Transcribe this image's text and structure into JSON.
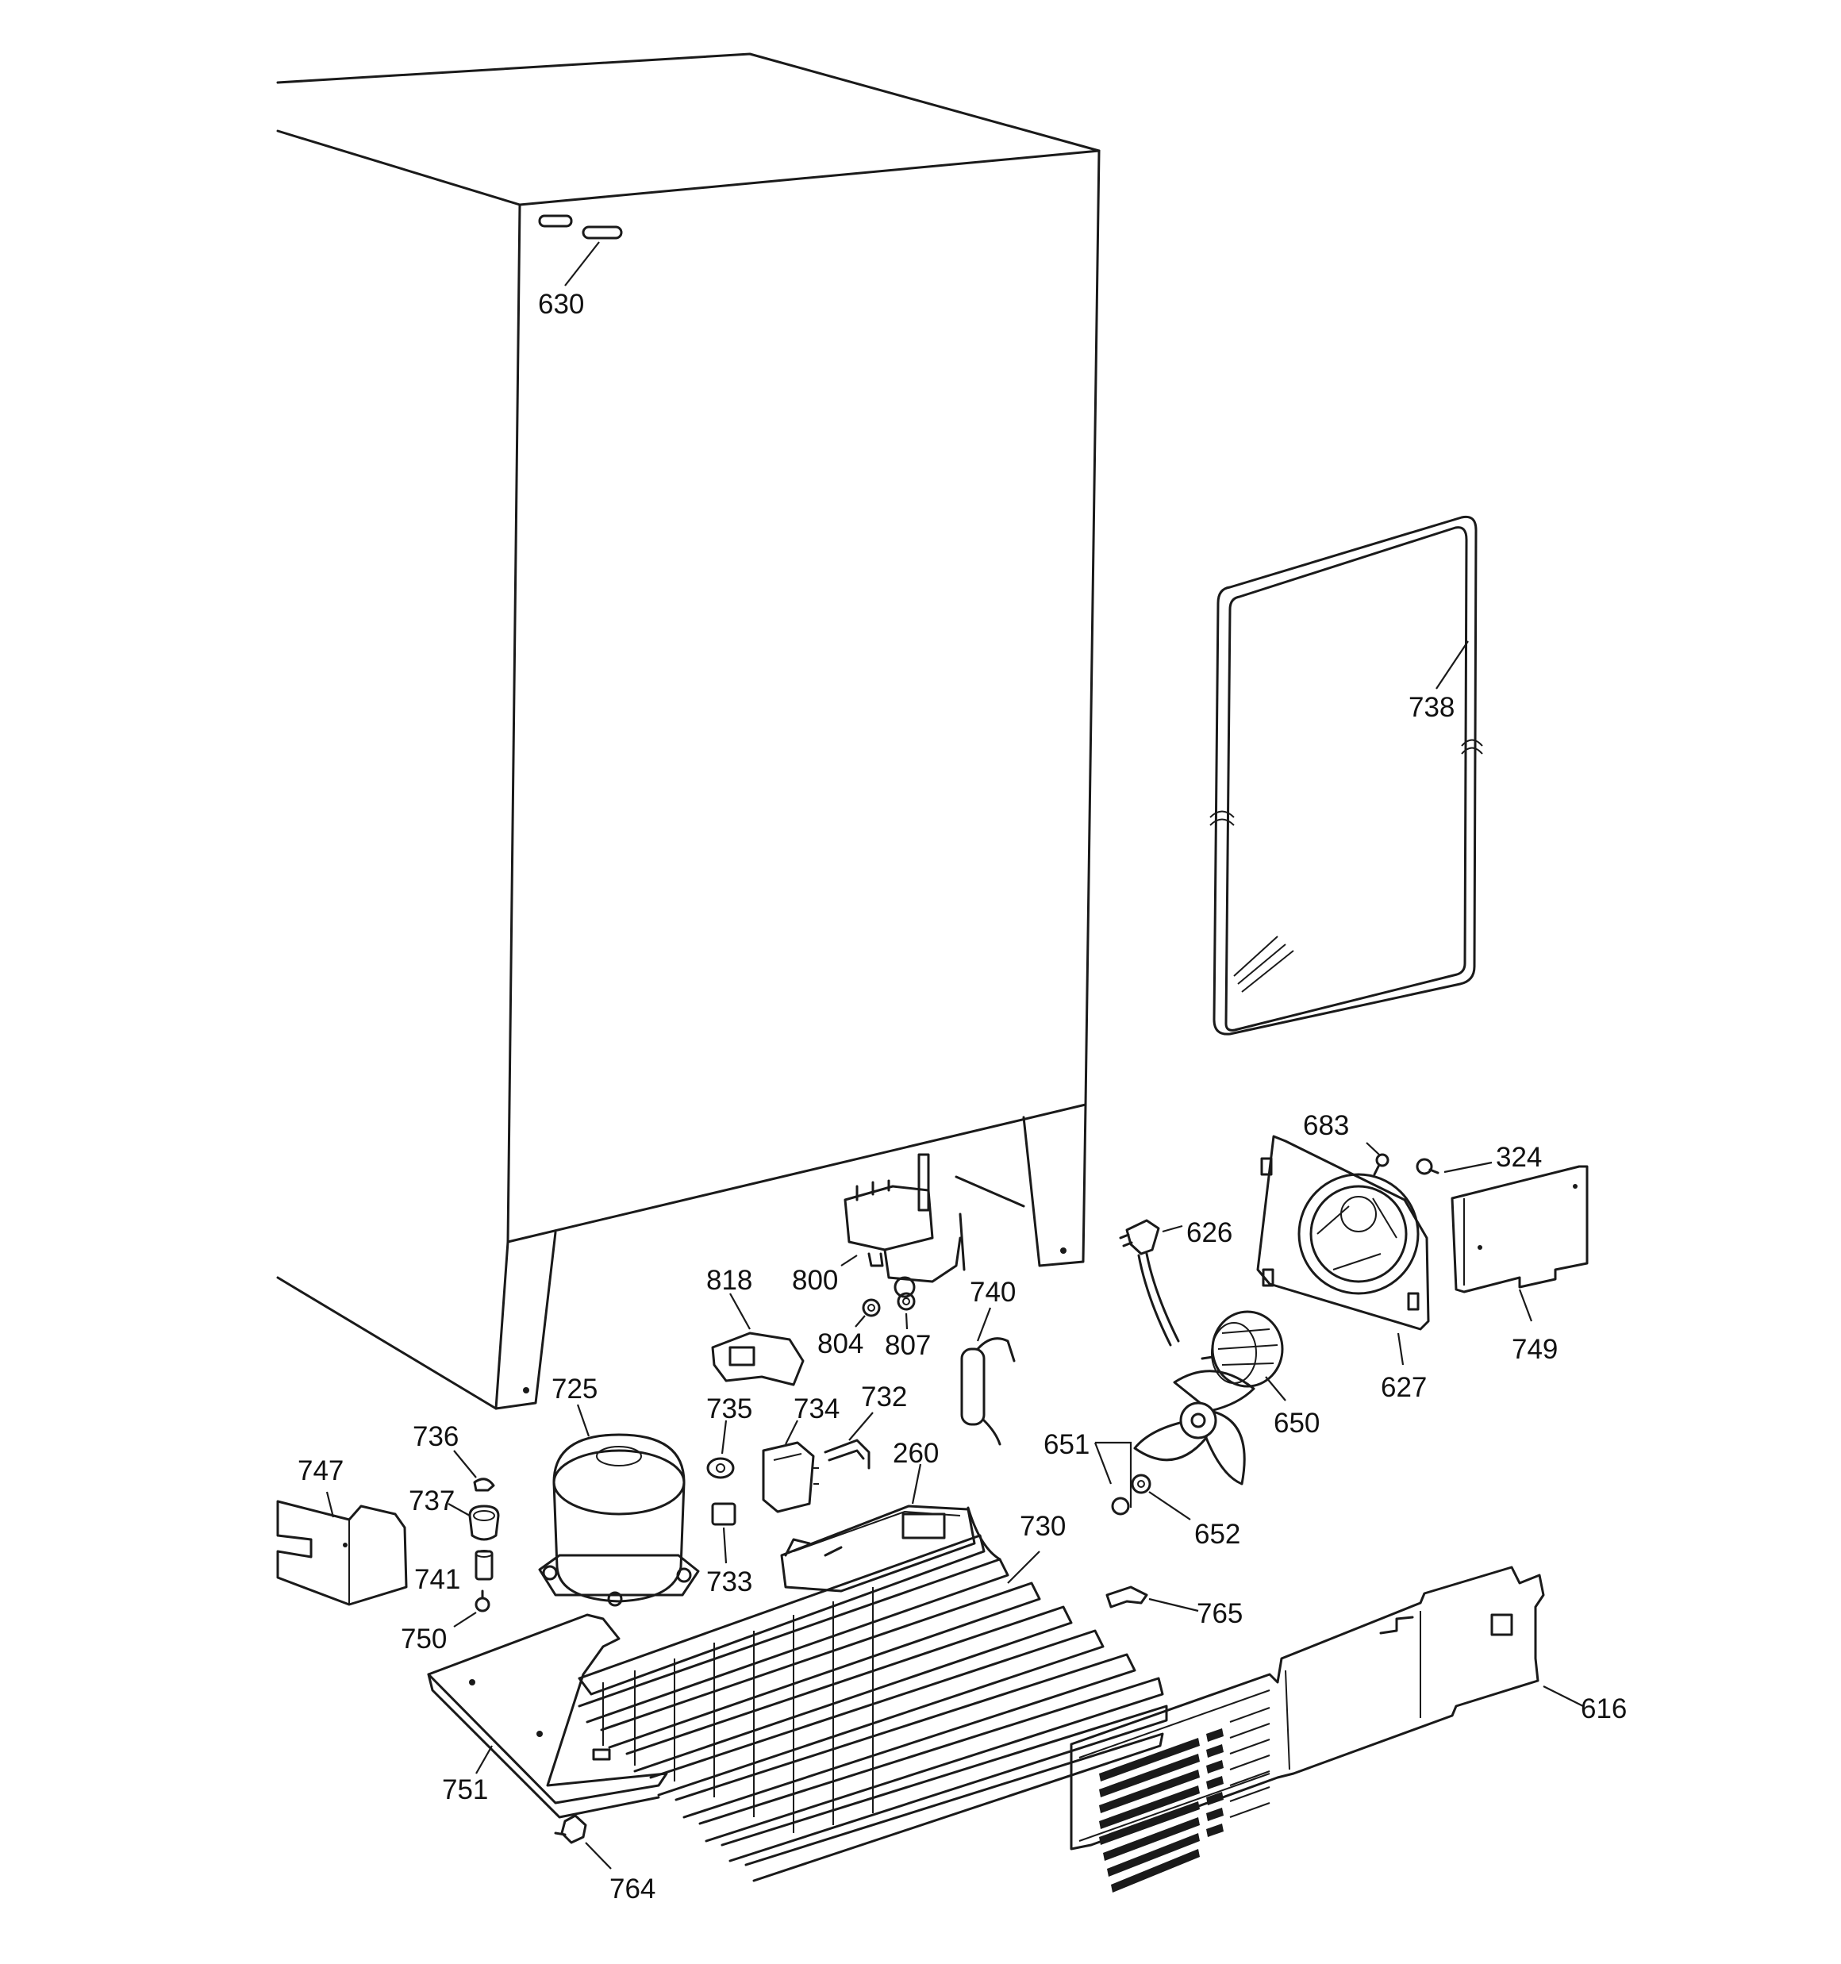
{
  "colors": {
    "line": "#1a1a1a",
    "text": "#111111",
    "background": "#ffffff"
  },
  "callouts": {
    "c630": "630",
    "c738": "738",
    "c683": "683",
    "c324": "324",
    "c626": "626",
    "c818": "818",
    "c800": "800",
    "c740": "740",
    "c804": "804",
    "c807": "807",
    "c749": "749",
    "c627": "627",
    "c650": "650",
    "c725": "725",
    "c735": "735",
    "c734": "734",
    "c732": "732",
    "c736": "736",
    "c747": "747",
    "c737": "737",
    "c260": "260",
    "c651": "651",
    "c652": "652",
    "c730": "730",
    "c741": "741",
    "c733": "733",
    "c765": "765",
    "c750": "750",
    "c616": "616",
    "c751": "751",
    "c764": "764"
  }
}
